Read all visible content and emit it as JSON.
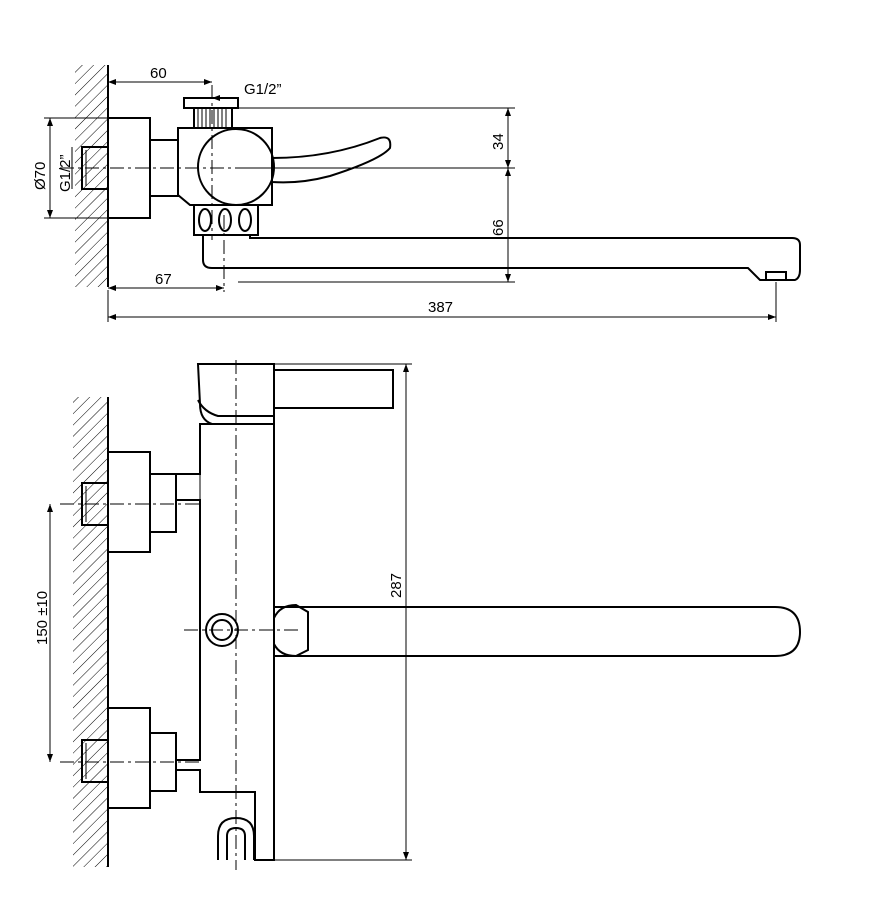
{
  "diagram": {
    "top_view": {
      "dim_wall_offset": "60",
      "dim_thread_top": "G1/2”",
      "dim_height_upper": "34",
      "dim_height_lower": "66",
      "dim_diameter": "Ø70",
      "dim_thread_side": "G1/2”",
      "dim_outlet_depth": "67",
      "dim_total_length": "387"
    },
    "front_view": {
      "dim_spacing": "150 ±10",
      "dim_height": "287"
    }
  }
}
